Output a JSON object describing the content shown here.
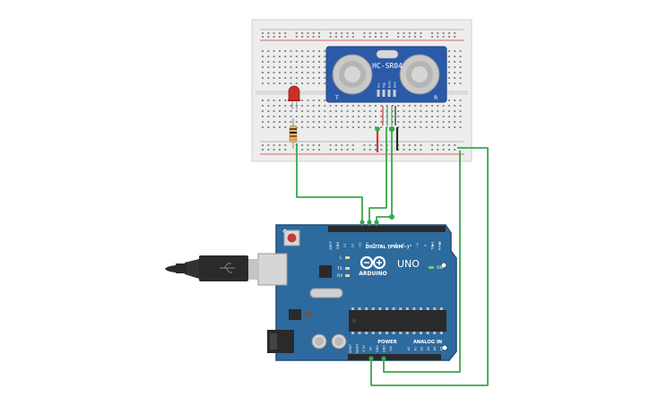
{
  "sensor": {
    "model": "HC-SR04",
    "left_mark": "T",
    "right_mark": "R",
    "pins": [
      "Vcc",
      "Trig",
      "Echo",
      "Gnd"
    ]
  },
  "arduino": {
    "brand": "ARDUINO",
    "model": "UNO",
    "digital_label": "DIGITAL (PWM~)",
    "power_label": "POWER",
    "analog_label": "ANALOG IN",
    "on_label": "ON",
    "tx_label": "TX",
    "rx_label": "RX",
    "l_label": "L",
    "digital_pins": [
      "AREF",
      "GND",
      "13",
      "12",
      "~11",
      "~10",
      "~9",
      "8",
      "7",
      "~6",
      "~5",
      "4",
      "~3",
      "2",
      "TX▶1",
      "RX◀0"
    ],
    "power_pins": [
      "IOREF",
      "RESET",
      "3.3V",
      "5V",
      "GND",
      "GND",
      "Vin"
    ],
    "analog_pins": [
      "A0",
      "A1",
      "A2",
      "A3",
      "A4",
      "A5"
    ]
  },
  "colors": {
    "board": "#2d6a9e",
    "board_edge": "#1f4f78",
    "sensor_pcb": "#2a5aa8",
    "wire": "#3aa84a",
    "rail_red": "#d23a3a",
    "header": "#2a2a2a",
    "led": "#c8302a",
    "breadboard": "#ececec"
  },
  "icons": [
    "usb-cable-icon",
    "led-icon",
    "resistor-icon",
    "reset-button-icon",
    "barrel-jack-icon"
  ]
}
